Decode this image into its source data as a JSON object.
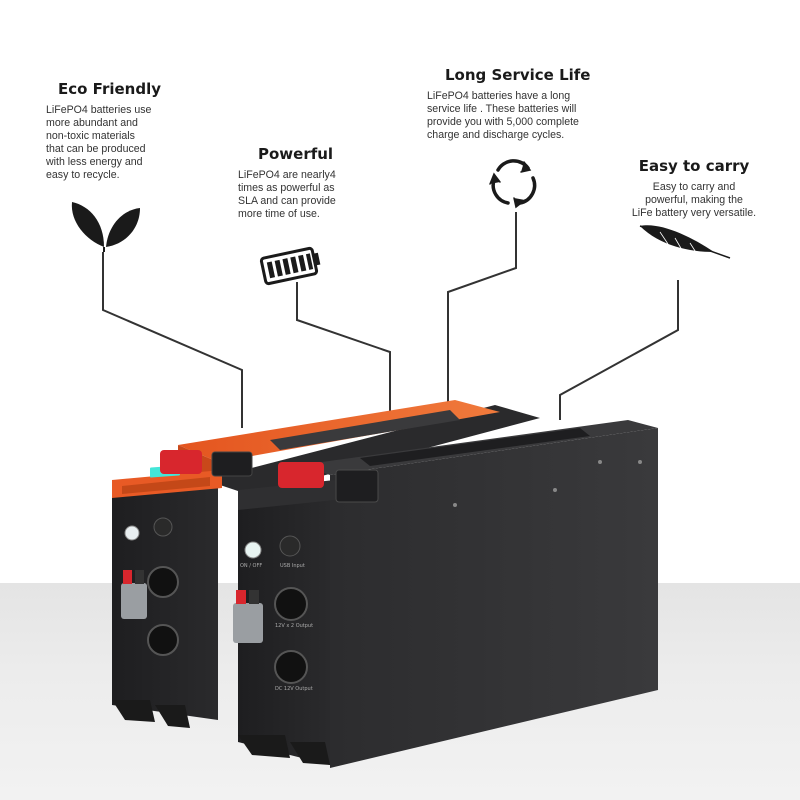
{
  "features": [
    {
      "title": "Eco Friendly",
      "lines": [
        "LiFePO4 batteries use",
        "more abundant and",
        "non-toxic materials",
        "that can be produced",
        "with less energy and",
        "easy to recycle."
      ],
      "icon": "leaves-icon"
    },
    {
      "title": "Powerful",
      "lines": [
        "LiFePO4 are nearly4",
        "times as powerful as",
        "SLA and can provide",
        "more time of use."
      ],
      "icon": "battery-icon"
    },
    {
      "title": "Long Service Life",
      "lines": [
        "LiFePO4 batteries have a long",
        "service life . These batteries will",
        "provide you with 5,000 complete",
        "charge and discharge cycles."
      ],
      "icon": "recycle-arrows-icon"
    },
    {
      "title": "Easy to carry",
      "lines": [
        "Easy to carry and",
        "powerful, making the",
        "LiFe battery very versatile."
      ],
      "icon": "feather-icon"
    }
  ],
  "battery_labels": {
    "on_off": "ON / OFF",
    "usb": "USB Input",
    "output_1": "12V x 2 Output",
    "output_2": "DC 12V Output"
  },
  "colors": {
    "orange_casing": "#e85a25",
    "black_casing": "#2a2a2c",
    "display_cyan": "#43e6d8",
    "connector_red": "#d8262d"
  }
}
